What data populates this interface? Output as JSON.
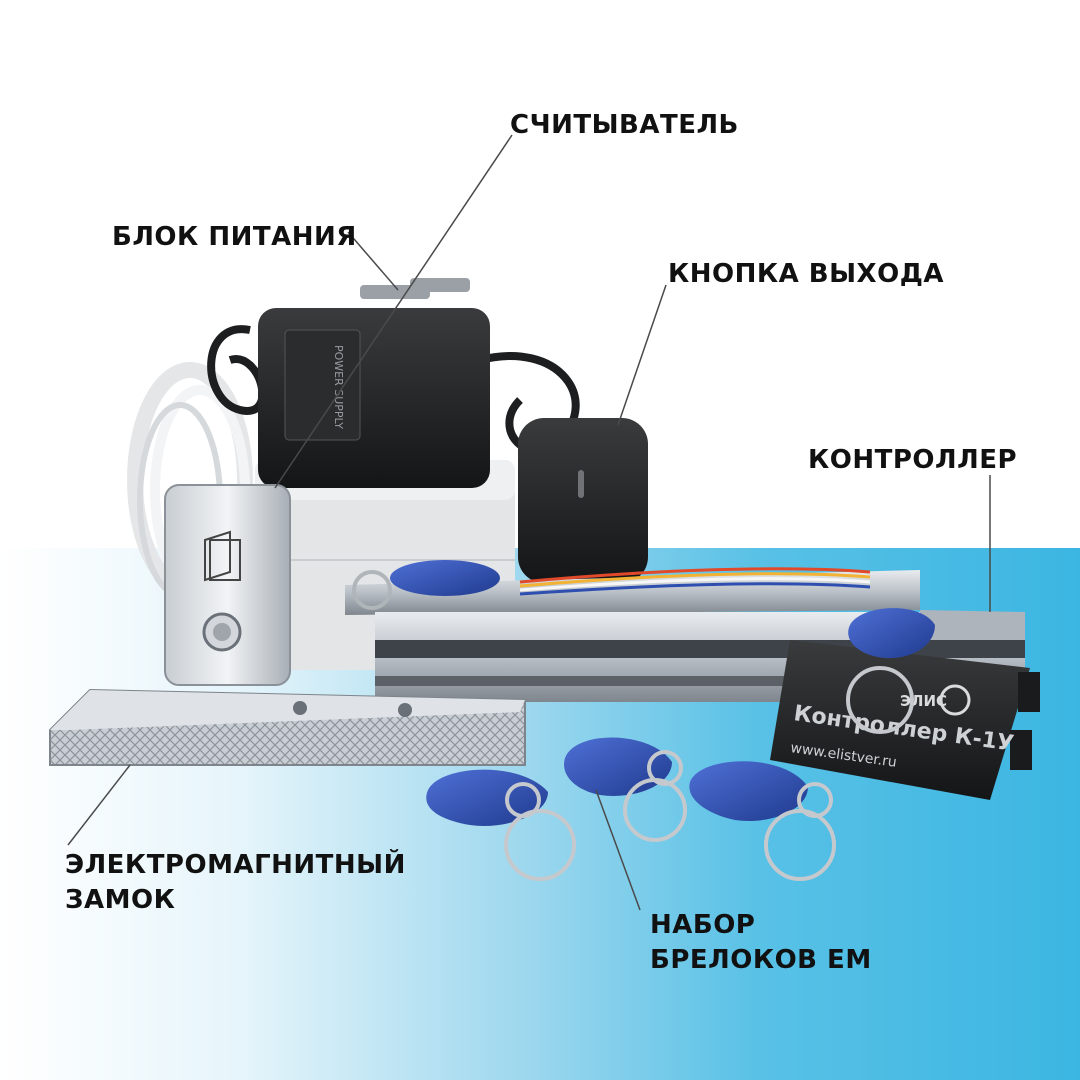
{
  "labels": {
    "reader": "СЧИТЫВАТЕЛЬ",
    "power_supply": "БЛОК ПИТАНИЯ",
    "exit_button": "КНОПКА ВЫХОДА",
    "controller": "КОНТРОЛЛЕР",
    "lock_line1": "ЭЛЕКТРОМАГНИТНЫЙ",
    "lock_line2": "ЗАМОК",
    "keyfobs_line1": "НАБОР",
    "keyfobs_line2": "БРЕЛОКОВ EM"
  },
  "device_print": {
    "controller_brand": "ЭЛИС",
    "controller_model": "Контроллер К-1У",
    "controller_url": "www.elistver.ru",
    "adapter_text": "POWER SUPPLY"
  },
  "colors": {
    "accent_blue": "#3bb6e2",
    "label_text": "#111111",
    "keyfob_blue": "#2f4fb0"
  }
}
